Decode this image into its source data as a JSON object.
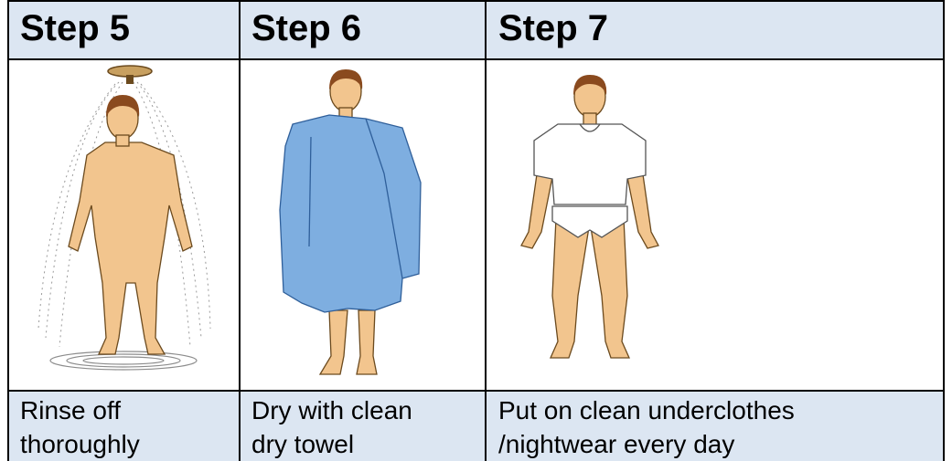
{
  "steps": [
    {
      "header": "Step 5",
      "caption_line1": "Rinse off",
      "caption_line2": "thoroughly",
      "figure": "person-showering"
    },
    {
      "header": "Step 6",
      "caption_line1": "Dry with clean",
      "caption_line2": "dry towel",
      "figure": "person-with-towel"
    },
    {
      "header": "Step 7",
      "caption_line1": "Put on clean underclothes",
      "caption_line2": "/nightwear every day",
      "figure": "person-in-underclothes"
    }
  ],
  "colors": {
    "header_bg": "#dce6f2",
    "skin": "#f2c58e",
    "towel": "#7eaee0",
    "hair": "#8a4a1e"
  }
}
